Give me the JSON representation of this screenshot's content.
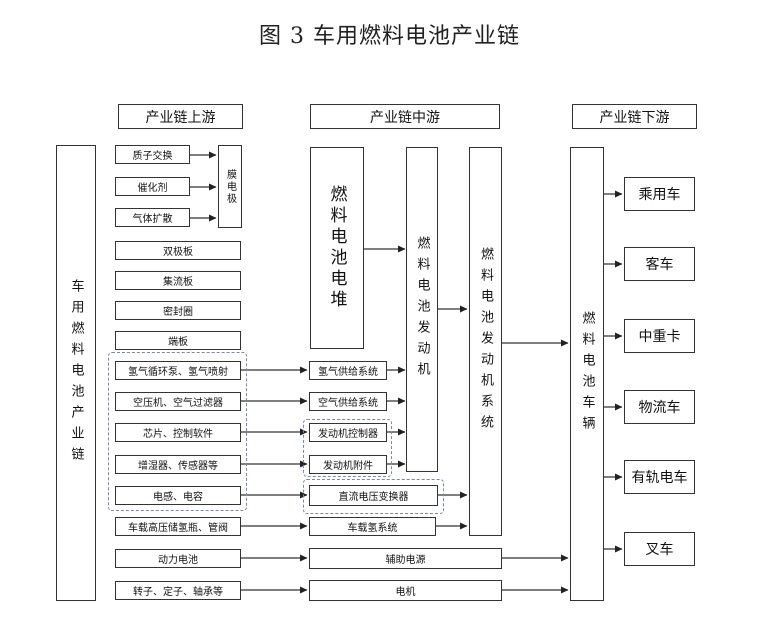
{
  "title": "图 3  车用燃料电池产业链",
  "headers": {
    "upstream": "产业链上游",
    "midstream": "产业链中游",
    "downstream": "产业链下游"
  },
  "chain_label": "车用燃料电池产业链",
  "upstream_items": {
    "proton_exchange": "质子交换",
    "catalyst": "催化剂",
    "gas_diffusion": "气体扩散",
    "membrane_electrode": "膜电极",
    "bipolar_plate": "双极板",
    "current_collector": "集流板",
    "seal_ring": "密封圈",
    "end_plate": "端板",
    "h2_pump": "氢气循环泵、氢气喷射",
    "air_compressor": "空压机、空气过滤器",
    "chip_software": "芯片、控制软件",
    "humidifier_sensor": "增湿器、传感器等",
    "inductor_capacitor": "电感、电容",
    "h2_tank": "车载高压储氢瓶、管阀",
    "power_battery": "动力电池",
    "rotor_stator": "转子、定子、轴承等"
  },
  "midstream_items": {
    "fuel_cell_stack": "燃料电池电堆",
    "fuel_cell_engine": "燃料电池发动机",
    "fuel_cell_engine_system": "燃料电池发动机系统",
    "h2_supply": "氢气供给系统",
    "air_supply": "空气供给系统",
    "engine_controller": "发动机控制器",
    "engine_accessories": "发动机附件",
    "dc_converter": "直流电压变换器",
    "onboard_h2": "车载氢系统",
    "aux_power": "辅助电源",
    "motor": "电机"
  },
  "downstream_items": {
    "fuel_cell_vehicle": "燃料电池车辆",
    "passenger_car": "乘用车",
    "bus": "客车",
    "medium_heavy_truck": "中重卡",
    "logistics_vehicle": "物流车",
    "tram": "有轨电车",
    "forklift": "叉车"
  },
  "colors": {
    "line": "#333333",
    "dashed_group": "#7a86b8"
  }
}
